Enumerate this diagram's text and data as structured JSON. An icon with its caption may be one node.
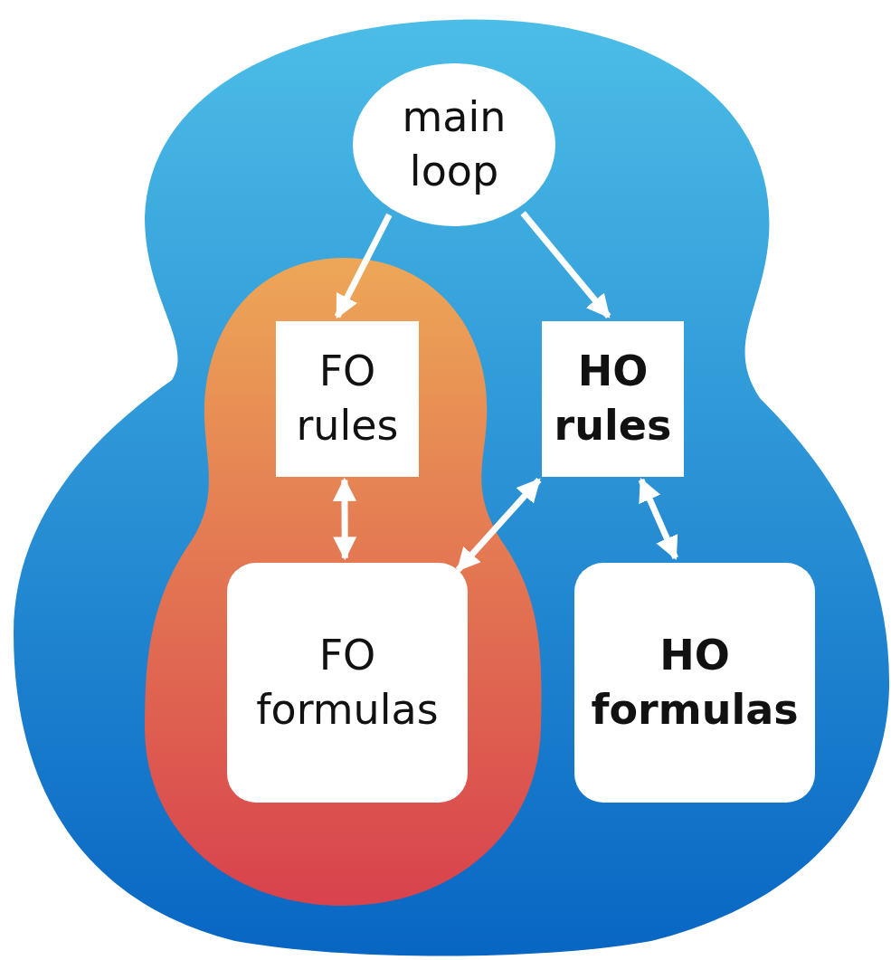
{
  "diagram": {
    "nodes": [
      {
        "text": [],
        "shape": "blob"
      },
      {
        "text": [
          "main loop"
        ],
        "in": 0
      },
      {
        "text": [],
        "shape": "blob",
        "in": 0
      },
      {
        "text": [
          "FO rules"
        ],
        "in": 2
      },
      {
        "text": [
          "HO rules"
        ],
        "in": 0
      },
      {
        "text": [
          "FO formulas"
        ],
        "in": 2
      },
      {
        "text": [
          "HO formulas"
        ],
        "in": 0
      }
    ],
    "edges": [
      {
        "from": 1,
        "to": 3,
        "arrow": "to"
      },
      {
        "from": 1,
        "to": 4,
        "arrow": "to"
      },
      {
        "from": 3,
        "to": 5,
        "arrow": "both"
      },
      {
        "from": 4,
        "to": 5,
        "arrow": "both"
      },
      {
        "from": 4,
        "to": 6,
        "arrow": "both"
      }
    ]
  }
}
